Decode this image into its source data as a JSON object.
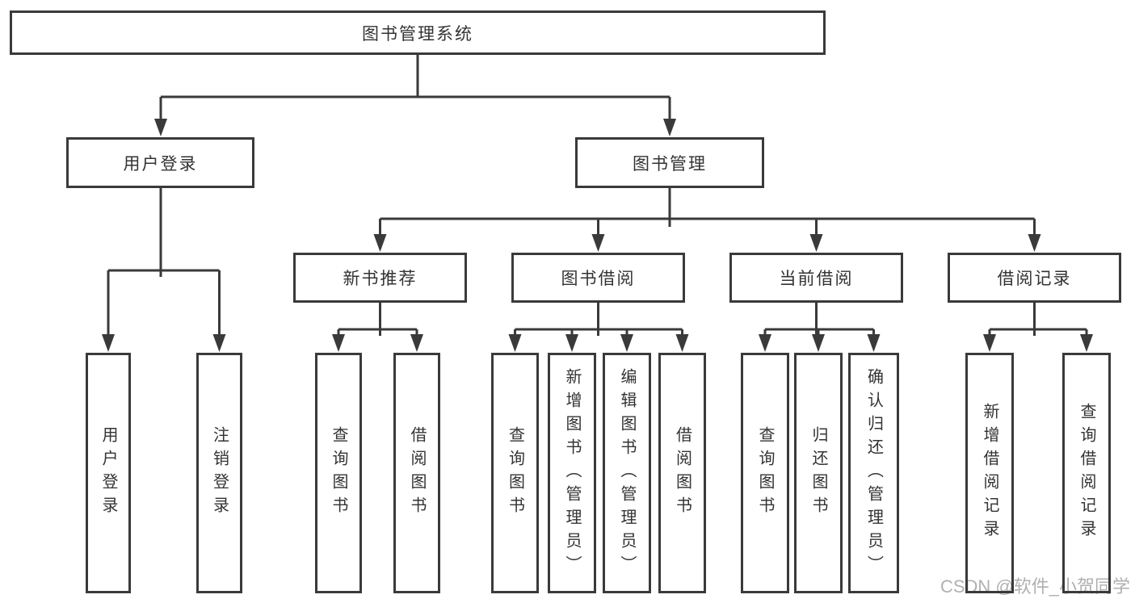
{
  "diagram": {
    "root": "图书管理系统",
    "user_login": {
      "label": "用户登录",
      "children": [
        "用户登录",
        "注销登录"
      ]
    },
    "book_management": {
      "label": "图书管理",
      "children": [
        {
          "label": "新书推荐",
          "children": [
            "查询图书",
            "借阅图书"
          ]
        },
        {
          "label": "图书借阅",
          "children": [
            "查询图书",
            "新增图书（管理员）",
            "编辑图书（管理员）",
            "借阅图书"
          ]
        },
        {
          "label": "当前借阅",
          "children": [
            "查询图书",
            "归还图书",
            "确认归还（管理员）"
          ]
        },
        {
          "label": "借阅记录",
          "children": [
            "新增借阅记录",
            "查询借阅记录"
          ]
        }
      ]
    }
  },
  "watermark": "CSDN @软件_小贺同学",
  "colors": {
    "line": "#3a3a3a",
    "text": "#333333",
    "background": "#ffffff",
    "watermark": "#b0b0b0"
  }
}
